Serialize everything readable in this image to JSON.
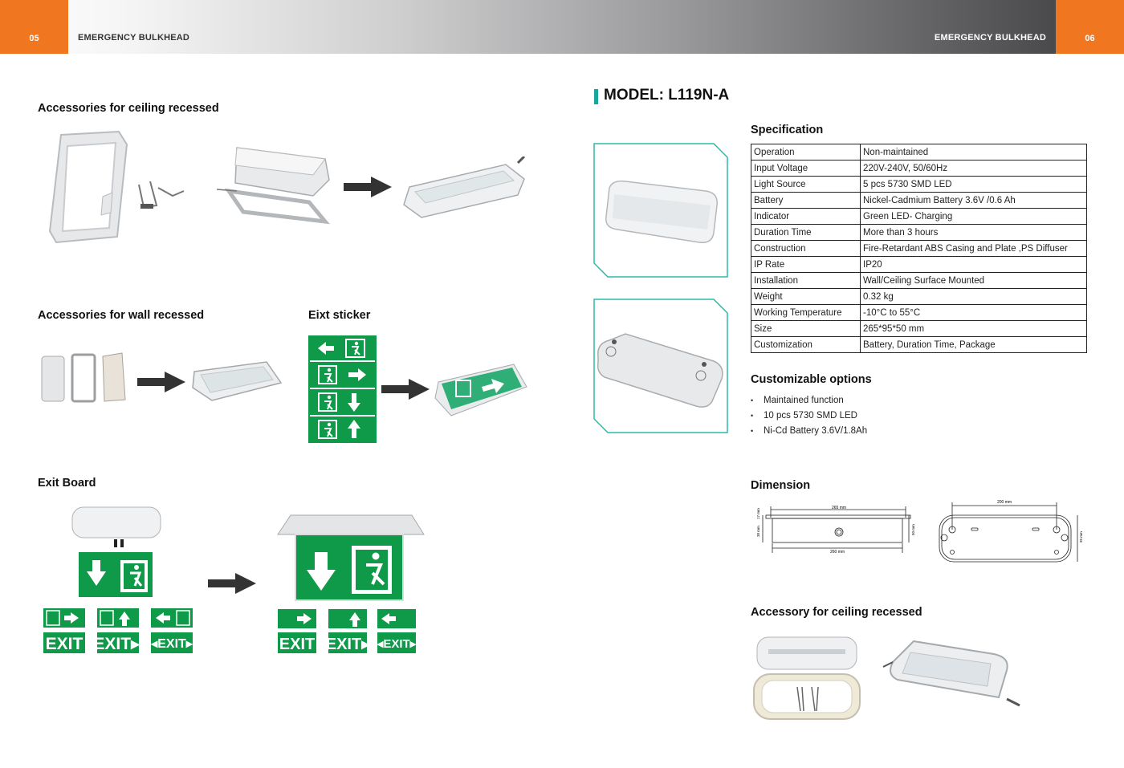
{
  "header": {
    "left_page": "05",
    "right_page": "06",
    "left_title": "EMERGENCY BULKHEAD",
    "right_title": "EMERGENCY BULKHEAD"
  },
  "left": {
    "ceiling_title": "Accessories for ceiling recessed",
    "wall_title": "Accessories for wall recessed",
    "sticker_title": "Eixt sticker",
    "exit_board_title": "Exit Board",
    "exit_labels": [
      "EXIT",
      "EXIT",
      "EXIT"
    ]
  },
  "right": {
    "model_title": "MODEL: L119N-A",
    "spec_title": "Specification",
    "specs": [
      {
        "k": "Operation",
        "v": "Non-maintained"
      },
      {
        "k": "Input Voltage",
        "v": "220V-240V, 50/60Hz"
      },
      {
        "k": "Light Source",
        "v": "5 pcs 5730 SMD LED"
      },
      {
        "k": "Battery",
        "v": "Nickel-Cadmium Battery 3.6V /0.6 Ah"
      },
      {
        "k": "Indicator",
        "v": "Green LED- Charging"
      },
      {
        "k": "Duration Time",
        "v": "More than 3 hours"
      },
      {
        "k": "Construction",
        "v": "Fire-Retardant ABS Casing and Plate ,PS Diffuser"
      },
      {
        "k": "IP Rate",
        "v": "IP20"
      },
      {
        "k": "Installation",
        "v": "Wall/Ceiling Surface Mounted"
      },
      {
        "k": "Weight",
        "v": "0.32 kg"
      },
      {
        "k": "Working Temperature",
        "v": "-10°C to 55°C"
      },
      {
        "k": "Size",
        "v": "265*95*50 mm"
      },
      {
        "k": "Customization",
        "v": "Battery, Duration Time, Package"
      }
    ],
    "options_title": "Customizable options",
    "options": [
      "Maintained function",
      "10 pcs 5730 SMD LED",
      "Ni-Cd Battery 3.6V/1.8Ah"
    ],
    "dimension_title": "Dimension",
    "dimension_labels": {
      "top_width": "265 mm",
      "bottom_width": "260 mm",
      "height_left": "38 mm",
      "height_small": "17 mm",
      "height_right": "50 mm",
      "hole_spacing": "200 mm",
      "depth": "95 mm"
    },
    "accessory_title": "Accessory for ceiling recessed"
  },
  "colors": {
    "orange": "#f07620",
    "teal": "#1aa69b",
    "exit_green": "#0f9a4a"
  }
}
